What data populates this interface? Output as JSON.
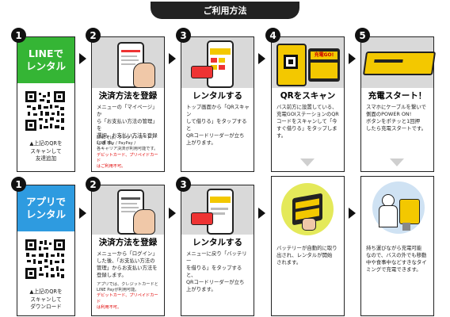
{
  "header": {
    "title": "ご利用方法"
  },
  "row1": {
    "left": {
      "num": "1",
      "head_line1": "LINEで",
      "head_line2": "レンタル",
      "caption_l1": "▲上記のQRを",
      "caption_l2": "スキャンして",
      "caption_l3": "友達追加",
      "head_color": "#35b535"
    },
    "step2": {
      "num": "2",
      "title": "決済方法を登録",
      "desc_l1": "メニューの「マイページ」か",
      "desc_l2": "ら「お支払い方法の管理」を",
      "desc_l3": "選択。お支払い方法を登録",
      "desc_l4": "します。",
      "note_l1": "LINEでは、クレジットカード /",
      "note_l2": "LINE Pay / PayPay /",
      "note_l3": "各キャリア決済が利用可能です。",
      "note_red1": "デビットカード、プリペイドカード",
      "note_red2": "はご利用不可。"
    },
    "step3": {
      "num": "3",
      "title": "レンタルする",
      "desc_l1": "トップ画面から「QRスキャン",
      "desc_l2": "して借りる」をタップすると",
      "desc_l3": "QRコードリーダーが立ち",
      "desc_l4": "上がります。"
    },
    "step4": {
      "num": "4",
      "title": "QRをスキャン",
      "desc_l1": "バス前方に設置している、",
      "desc_l2": "充電GOIステーションのQR",
      "desc_l3": "コードをスキャンして「今",
      "desc_l4": "すぐ借りる」をタップします。"
    },
    "step5": {
      "num": "5",
      "title": "充電スタート！",
      "desc_l1": "スマホにケーブルを繋いで",
      "desc_l2": "側面のPOWER ON!",
      "desc_l3": "ボタンをポチッと1回押",
      "desc_l4": "したら充電スタートです。"
    }
  },
  "row2": {
    "left": {
      "num": "1",
      "head_line1": "アプリで",
      "head_line2": "レンタル",
      "caption_l1": "▲上記のQRを",
      "caption_l2": "スキャンして",
      "caption_l3": "ダウンロード",
      "head_color": "#2e9be0"
    },
    "step2": {
      "num": "2",
      "title": "決済方法を登録",
      "desc_l1": "メニューから「ログイン」",
      "desc_l2": "した後、「お支払い方法の",
      "desc_l3": "管理」からお支払い方法を",
      "desc_l4": "登録します。",
      "note_l1": "アプリでは、クレジットカードと",
      "note_l2": "LINE Payが利用可能。",
      "note_red1": "デビットカード、プリペイドカード",
      "note_red2": "は利用不可。"
    },
    "step3": {
      "num": "3",
      "title": "レンタルする",
      "desc_l1": "メニューに戻り「バッテリー",
      "desc_l2": "を借りる」をタップすると、",
      "desc_l3": "QRコードリーダーが立ち",
      "desc_l4": "上がります。"
    },
    "step4": {
      "desc_l1": "バッテリーが自動的に取り",
      "desc_l2": "出され、レンタルが開始",
      "desc_l3": "されます。"
    },
    "step5": {
      "desc_l1": "持ち運びながら充電可能",
      "desc_l2": "なので、バスの外でも移動",
      "desc_l3": "中や食事中などすきなタイ",
      "desc_l4": "ミングで充電できます。"
    }
  },
  "colors": {
    "line_green": "#35b535",
    "app_blue": "#2e9be0",
    "accent_yellow": "#f3c800",
    "warning_red": "#e00000"
  },
  "phone_labels": {
    "scan_badge": "充電GO!"
  }
}
